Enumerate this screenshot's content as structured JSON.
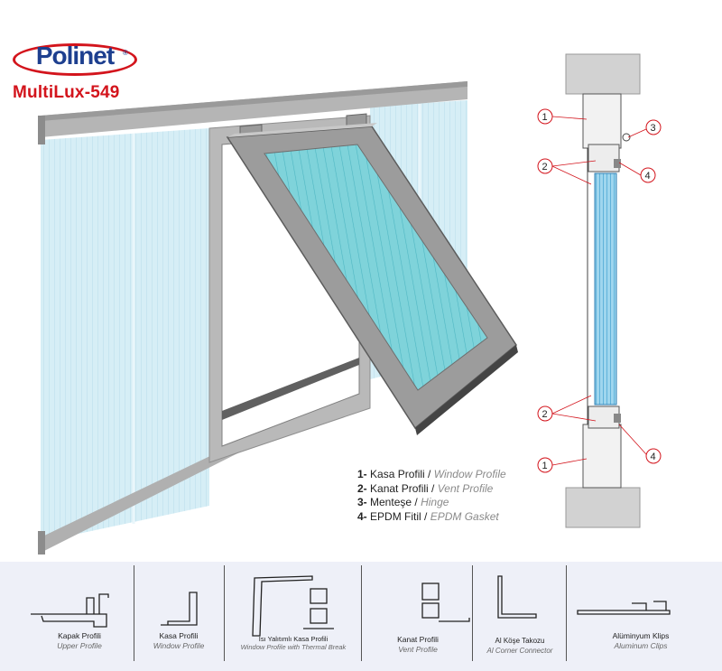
{
  "brand": {
    "name": "Polinet",
    "registered": "®",
    "model": "MultiLux-549"
  },
  "legend": [
    {
      "num": "1-",
      "tr": "Kasa Profili",
      "sep": " / ",
      "en": "Window Profile"
    },
    {
      "num": "2-",
      "tr": "Kanat Profili",
      "sep": " / ",
      "en": "Vent Profile"
    },
    {
      "num": "3-",
      "tr": "Menteşe",
      "sep": " / ",
      "en": "Hinge"
    },
    {
      "num": "4-",
      "tr": "EPDM Fitil",
      "sep": " / ",
      "en": "EPDM Gasket"
    }
  ],
  "callouts": {
    "c1": "1",
    "c2": "2",
    "c3": "3",
    "c4": "4"
  },
  "profiles": [
    {
      "tr": "Kapak Profili",
      "en": "Upper Profile"
    },
    {
      "tr": "Kasa Profili",
      "en": "Window Profile"
    },
    {
      "tr": "Isı Yalıtımlı Kasa Profili",
      "en": "Window Profile with Thermal Break"
    },
    {
      "tr": "Kanat Profili",
      "en": "Vent Profile"
    },
    {
      "tr": "Al  Köşe Takozu",
      "en": "Al Corner Connector"
    },
    {
      "tr": "Alüminyum Klips",
      "en": "Aluminum Clips"
    }
  ],
  "colors": {
    "brand_red": "#d3141c",
    "brand_blue": "#1d3f8f",
    "frame_gray": "#a8a8a8",
    "glass": "#cfe9f3",
    "glass_dark": "#5fc4cf",
    "callout_red": "#d3141c"
  }
}
